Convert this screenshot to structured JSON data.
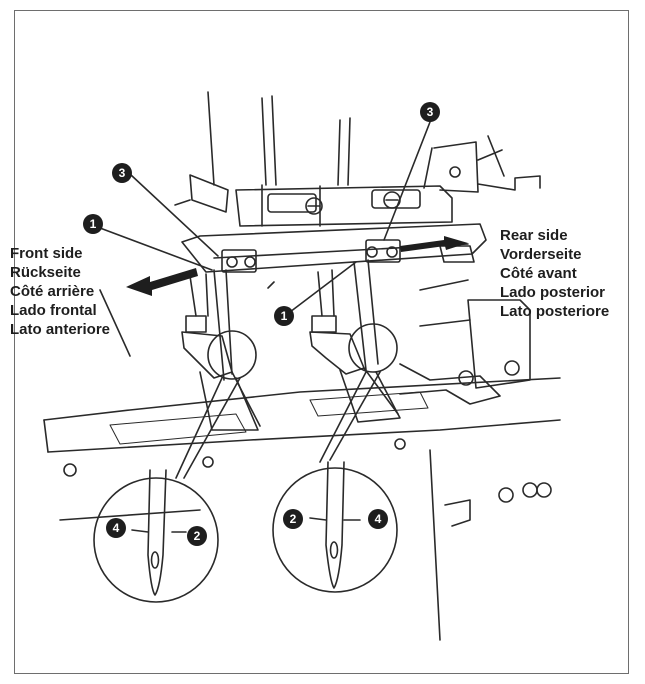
{
  "front_labels": [
    "Front side",
    "Rückseite",
    "Côté arrière",
    "Lado frontal",
    "Lato anteriore"
  ],
  "rear_labels": [
    "Rear side",
    "Vorderseite",
    "Côté avant",
    "Lado posterior",
    "Lato posteriore"
  ],
  "callouts": {
    "needle_clamp_screw": "3",
    "needle_holder": "1",
    "needle_long_groove": "2",
    "needle_scarf": "4"
  },
  "colors": {
    "ink": "#1e1e1e",
    "frame": "#6e6e6e",
    "paper": "#ffffff"
  }
}
